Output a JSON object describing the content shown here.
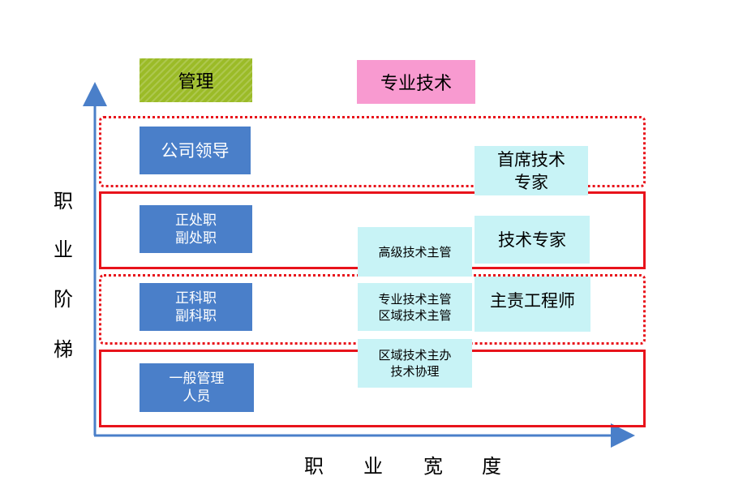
{
  "header": {
    "management": "管理",
    "technical": "专业技术"
  },
  "management_boxes": [
    {
      "line1": "公司领导",
      "line2": ""
    },
    {
      "line1": "正处职",
      "line2": "副处职"
    },
    {
      "line1": "正科职",
      "line2": "副科职"
    },
    {
      "line1": "一般管理",
      "line2": "人员"
    }
  ],
  "technical_boxes": [
    {
      "line1": "首席技术",
      "line2": "专家"
    },
    {
      "line1": "技术专家",
      "line2": ""
    },
    {
      "line1": "高级技术主管",
      "line2": ""
    },
    {
      "line1": "专业技术主管",
      "line2": "区域技术主管"
    },
    {
      "line1": "主责工程师",
      "line2": ""
    },
    {
      "line1": "区域技术主办",
      "line2": "技术协理"
    }
  ],
  "axes": {
    "y_label": [
      "职",
      "业",
      "阶",
      "梯"
    ],
    "x_label": [
      "职",
      "业",
      "宽",
      "度"
    ]
  },
  "colors": {
    "management_header": "#9bbb27",
    "technical_header": "#f89ad0",
    "management_box": "#4a7fc9",
    "technical_box": "#c8f3f6",
    "band_border": "#e8131b",
    "axis": "#4a7fc9"
  }
}
